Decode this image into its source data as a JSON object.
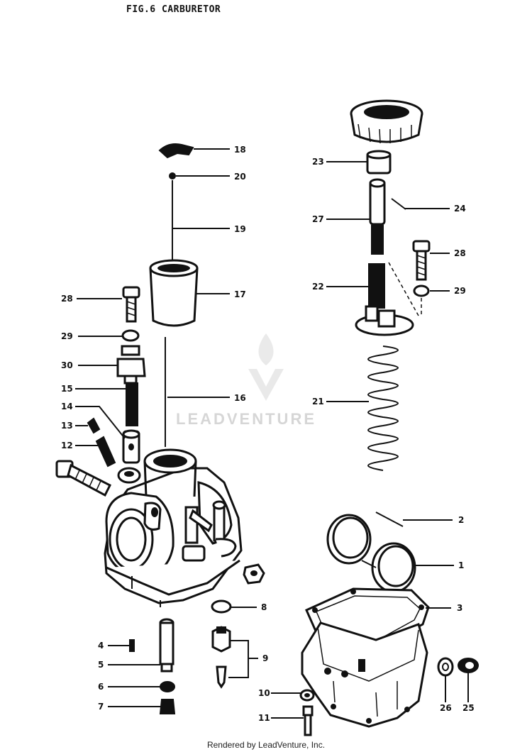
{
  "title": "FIG.6  CARBURETOR",
  "footer": "Rendered by LeadVenture, Inc.",
  "watermark": "LEADVENTURE",
  "callouts": {
    "c1": "1",
    "c2": "2",
    "c3": "3",
    "c4": "4",
    "c5": "5",
    "c6": "6",
    "c7": "7",
    "c8": "8",
    "c9": "9",
    "c10": "10",
    "c11": "11",
    "c12": "12",
    "c13": "13",
    "c14": "14",
    "c15": "15",
    "c16": "16",
    "c17": "17",
    "c18": "18",
    "c19": "19",
    "c20": "20",
    "c21": "21",
    "c22": "22",
    "c23": "23",
    "c24": "24",
    "c25": "25",
    "c26": "26",
    "c27": "27",
    "c28a": "28",
    "c28b": "28",
    "c29a": "29",
    "c29b": "29",
    "c30": "30"
  }
}
